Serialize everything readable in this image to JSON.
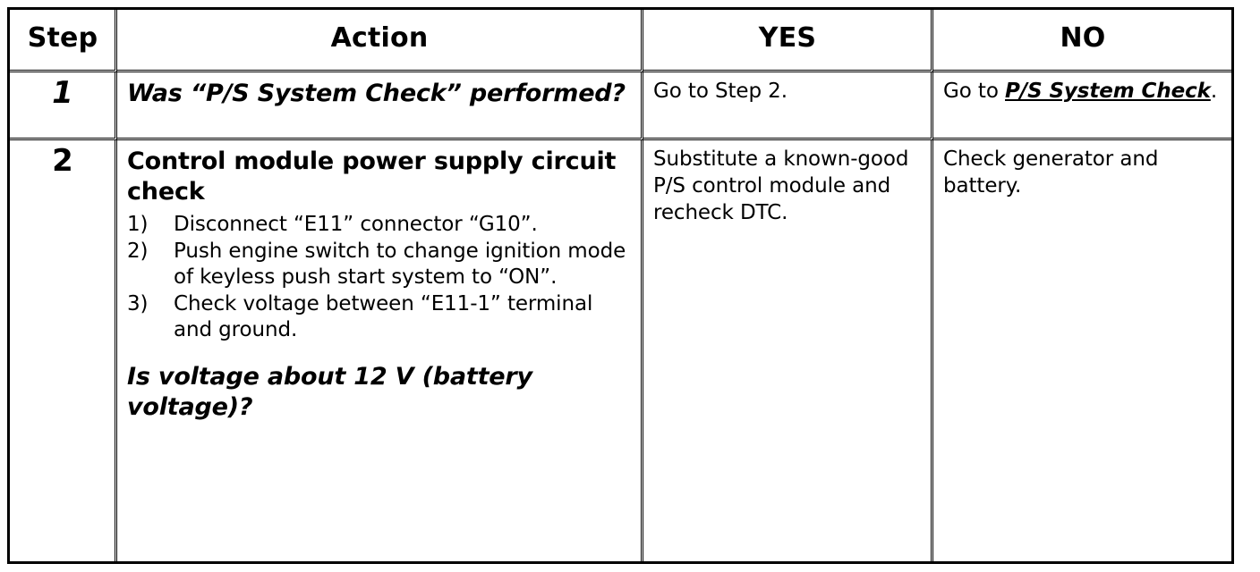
{
  "table": {
    "headers": {
      "step": "Step",
      "action": "Action",
      "yes": "YES",
      "no": "NO"
    },
    "rows": [
      {
        "step": "1",
        "action": {
          "question": "Was “P/S System Check” performed?"
        },
        "yes": "Go to Step 2.",
        "no": {
          "prefix": "Go to ",
          "reference": "P/S System Check",
          "suffix": "."
        }
      },
      {
        "step": "2",
        "action": {
          "heading": "Control module power supply circuit check",
          "steps": [
            {
              "marker": "1)",
              "text": "Disconnect “E11” connector “G10”."
            },
            {
              "marker": "2)",
              "text": "Push engine switch to change ignition mode of keyless push start system to “ON”."
            },
            {
              "marker": "3)",
              "text": "Check voltage between “E11-1” terminal and ground."
            }
          ],
          "question": "Is voltage about 12 V (battery voltage)?"
        },
        "yes": "Substitute a known-good P/S control module and recheck DTC.",
        "no": "Check generator and battery."
      }
    ]
  },
  "colors": {
    "border": "#000000",
    "text": "#000000",
    "background": "#ffffff"
  }
}
